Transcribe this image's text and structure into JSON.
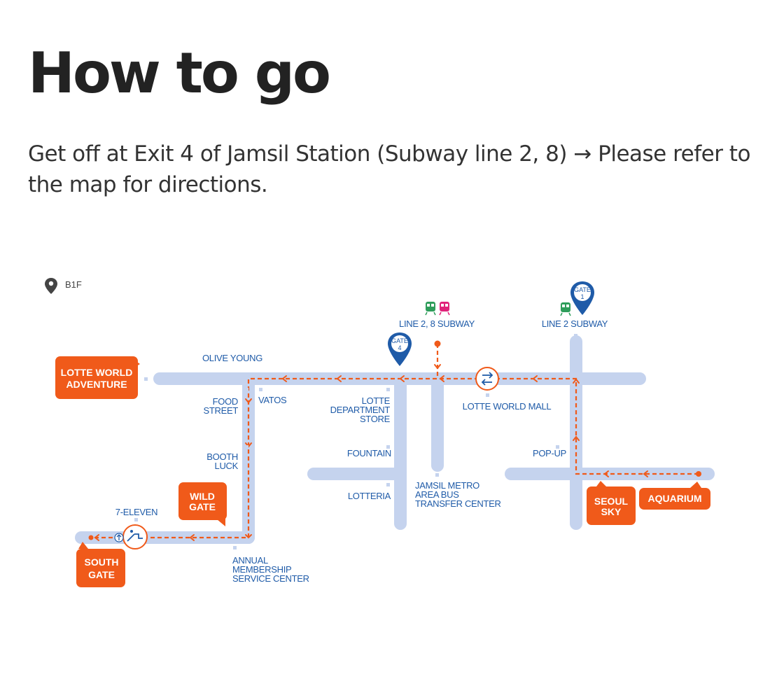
{
  "page": {
    "title": "How to go",
    "description": "Get off at Exit 4 of Jamsil Station (Subway line 2, 8) → Please refer to the map for directions."
  },
  "map": {
    "floor": "B1F",
    "colors": {
      "corridor": "#C5D3EE",
      "route": "#F05A1A",
      "label": "#1F5BA8",
      "box": "#F05A1A"
    },
    "labels": {
      "line28": "LINE 2, 8 SUBWAY",
      "line2": "LINE 2 SUBWAY",
      "olive": "OLIVE YOUNG",
      "food1": "FOOD",
      "food2": "STREET",
      "vatos": "VATOS",
      "dept1": "LOTTE",
      "dept2": "DEPARTMENT",
      "dept3": "STORE",
      "mall": "LOTTE WORLD MALL",
      "fountain": "FOUNTAIN",
      "popup": "POP-UP",
      "booth1": "BOOTH",
      "booth2": "LUCK",
      "lotteria": "LOTTERIA",
      "jamsil1": "JAMSIL METRO",
      "jamsil2": "AREA BUS",
      "jamsil3": "TRANSFER CENTER",
      "seven": "7-ELEVEN",
      "annual1": "ANNUAL",
      "annual2": "MEMBERSHIP",
      "annual3": "SERVICE CENTER"
    },
    "boxes": {
      "adv1": "LOTTE WORLD",
      "adv2": "ADVENTURE",
      "wild1": "WILD",
      "wild2": "GATE",
      "south1": "SOUTH",
      "south2": "GATE",
      "seoul1": "SEOUL",
      "seoul2": "SKY",
      "aquarium": "AQUARIUM"
    },
    "pins": {
      "gate4a": "GATE",
      "gate4b": "4",
      "gate1a": "GATE",
      "gate1b": "1"
    },
    "icons": [
      "location-pin-icon",
      "subway-train-icon",
      "transfer-icon",
      "escalator-icon"
    ]
  }
}
